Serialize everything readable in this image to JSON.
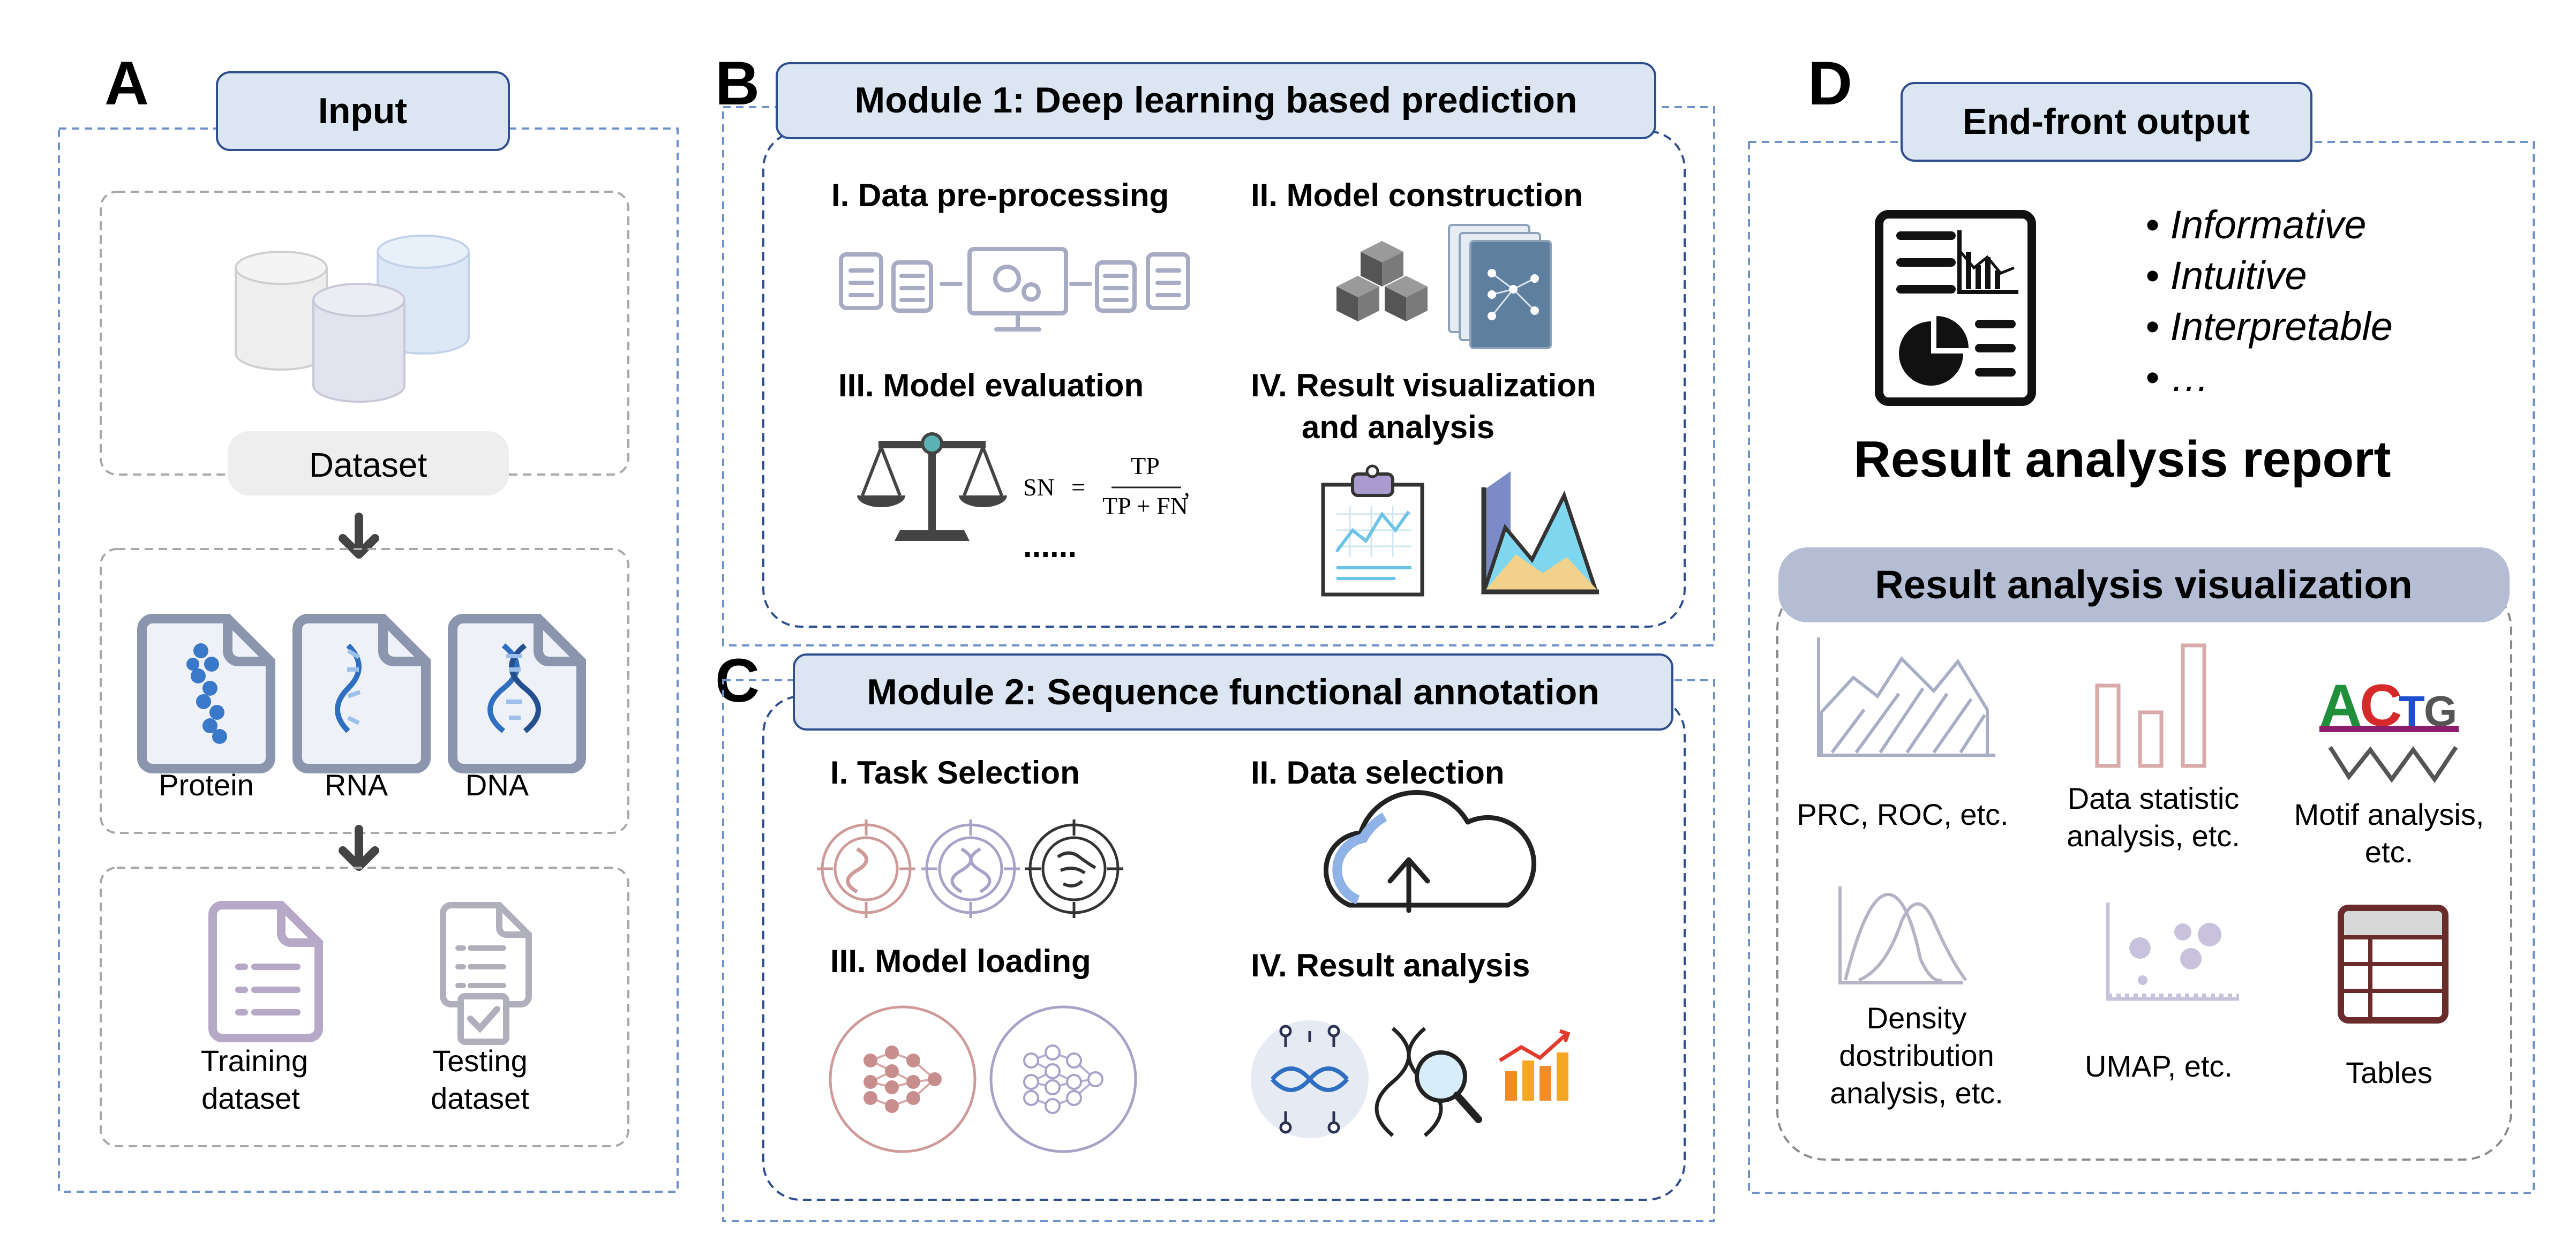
{
  "panels": {
    "a": {
      "letter": "A",
      "title": "Input",
      "dataset_label": "Dataset",
      "seq_types": [
        "Protein",
        "RNA",
        "DNA"
      ],
      "training_lines": [
        "Training",
        "dataset"
      ],
      "testing_lines": [
        "Testing",
        "dataset"
      ]
    },
    "b": {
      "letter": "B",
      "title": "Module 1: Deep learning based prediction",
      "steps": {
        "s1": "I. Data pre-processing",
        "s2": "II. Model construction",
        "s3": "III. Model evaluation",
        "s4_lines": [
          "IV. Result visualization",
          "and analysis"
        ]
      },
      "formula": {
        "lhs": "SN",
        "eq": "=",
        "num": "TP",
        "den": "TP + FN",
        "comma": ","
      },
      "ellipsis": "......"
    },
    "c": {
      "letter": "C",
      "title": "Module 2: Sequence functional annotation",
      "steps": {
        "s1": "I. Task Selection",
        "s2": "II. Data selection",
        "s3": "III. Model loading",
        "s4": "IV. Result analysis"
      }
    },
    "d": {
      "letter": "D",
      "title": "End-front output",
      "bullets": [
        "• Informative",
        "• Intuitive",
        "• Interpretable",
        "• …"
      ],
      "report": "Result analysis report",
      "viz_title": "Result analysis visualization",
      "viz": {
        "prc": [
          "PRC, ROC, etc."
        ],
        "stat": [
          "Data statistic",
          "analysis, etc."
        ],
        "motif": [
          "Motif analysis,",
          "etc."
        ],
        "motif_letters": [
          "A",
          "C",
          "T",
          "G"
        ],
        "density": [
          "Density",
          "dostribution",
          "analysis, etc."
        ],
        "umap": [
          "UMAP, etc."
        ],
        "tables": [
          "Tables"
        ]
      }
    }
  },
  "colors": {
    "header_fill": "#dce5f2",
    "header_stroke": "#2f4f8f",
    "dash_blue": "#6f93c9",
    "dash_grey": "#a8a8a8",
    "icon_grey": "#8b95ad",
    "icon_blue": "#3a78c9",
    "viz_header": "#b4bdd3",
    "pink": "#cf9a9a",
    "purple": "#aaa1c9",
    "lavender": "#c8c2dc"
  }
}
